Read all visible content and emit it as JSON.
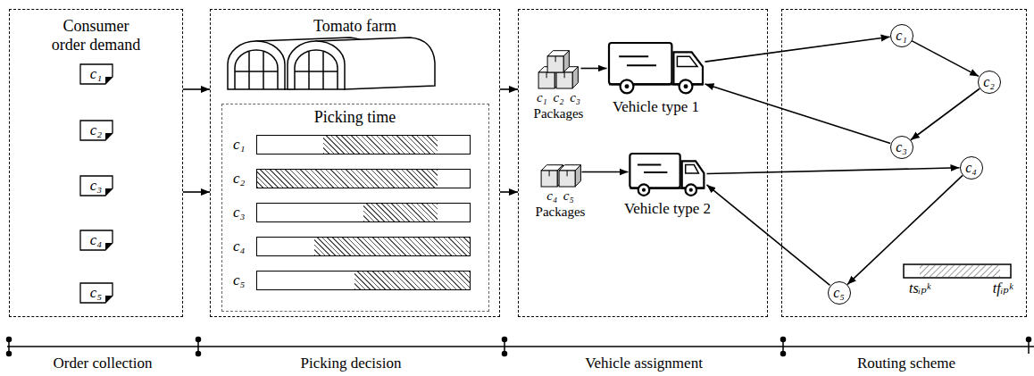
{
  "diagram": {
    "nodes": [
      {
        "text": [
          "Consumer order demand"
        ]
      },
      {
        "text": [
          "c₁"
        ],
        "in": 0
      },
      {
        "text": [
          "c₂"
        ],
        "in": 0
      },
      {
        "text": [
          "c₃"
        ],
        "in": 0
      },
      {
        "text": [
          "c₄"
        ],
        "in": 0
      },
      {
        "text": [
          "c₅"
        ],
        "in": 0
      },
      {
        "text": [
          "Tomato farm"
        ]
      },
      {
        "text": [
          "Picking time"
        ],
        "in": 6
      },
      {
        "text": [
          "c₁"
        ],
        "in": 7
      },
      {
        "text": [
          "c₂"
        ],
        "in": 7
      },
      {
        "text": [
          "c₃"
        ],
        "in": 7
      },
      {
        "text": [
          "c₄"
        ],
        "in": 7
      },
      {
        "text": [
          "c₅"
        ],
        "in": 7
      },
      {
        "text": []
      },
      {
        "text": [
          "c₁ c₂ c₃",
          "Packages"
        ],
        "in": 13
      },
      {
        "text": [
          "Vehicle type 1"
        ],
        "in": 13
      },
      {
        "text": [
          "c₄ c₅",
          "Packages"
        ],
        "in": 13
      },
      {
        "text": [
          "Vehicle type 2"
        ],
        "in": 13
      },
      {
        "text": []
      },
      {
        "text": [
          "c₁"
        ],
        "in": 18
      },
      {
        "text": [
          "c₂"
        ],
        "in": 18
      },
      {
        "text": [
          "c₃"
        ],
        "in": 18
      },
      {
        "text": [
          "c₄"
        ],
        "in": 18
      },
      {
        "text": [
          "c₅"
        ],
        "in": 18
      }
    ],
    "edges": [
      {
        "from": 0,
        "to": 6,
        "arrow": "to"
      },
      {
        "from": 0,
        "to": 6,
        "arrow": "to"
      },
      {
        "from": 6,
        "to": 13,
        "arrow": "to"
      },
      {
        "from": 6,
        "to": 13,
        "arrow": "to"
      },
      {
        "from": 14,
        "to": 15,
        "arrow": "to"
      },
      {
        "from": 16,
        "to": 17,
        "arrow": "to"
      },
      {
        "from": 15,
        "to": 19,
        "arrow": "to"
      },
      {
        "from": 19,
        "to": 20,
        "arrow": "to"
      },
      {
        "from": 20,
        "to": 21,
        "arrow": "to"
      },
      {
        "from": 21,
        "to": 15,
        "arrow": "to"
      },
      {
        "from": 17,
        "to": 22,
        "arrow": "to"
      },
      {
        "from": 22,
        "to": 23,
        "arrow": "to"
      },
      {
        "from": 23,
        "to": 17,
        "arrow": "to"
      }
    ],
    "labels": [
      "tsᵢₚᵏ",
      "tfᵢₚᵏ",
      "Order collection",
      "Picking decision",
      "Vehicle assignment",
      "Routing scheme"
    ]
  }
}
